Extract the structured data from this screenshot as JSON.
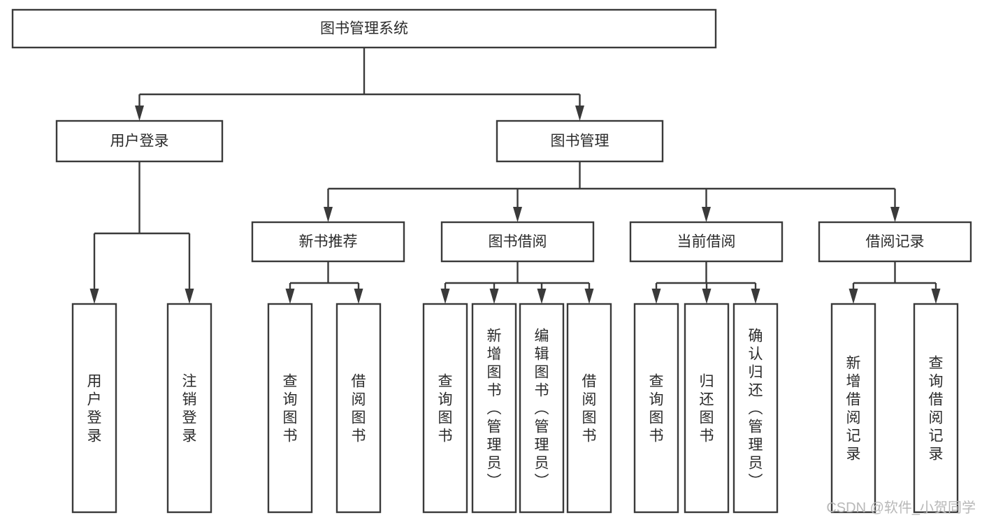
{
  "diagram": {
    "title": "图书管理系统",
    "type": "tree-hierarchy",
    "orientation": "top-down",
    "colors": {
      "box_stroke": "#3a3a3a",
      "box_fill": "#ffffff",
      "connector": "#3a3a3a",
      "text": "#2b2b2b",
      "background": "#ffffff",
      "watermark": "#b8b8b8"
    },
    "nodes": {
      "root": {
        "label": "图书管理系统",
        "level": 1,
        "orientation": "horizontal"
      },
      "n_user_login": {
        "label": "用户登录",
        "level": 2,
        "orientation": "horizontal"
      },
      "n_book_mgmt": {
        "label": "图书管理",
        "level": 2,
        "orientation": "horizontal"
      },
      "n_new_rec": {
        "label": "新书推荐",
        "level": 3,
        "orientation": "horizontal"
      },
      "n_borrow": {
        "label": "图书借阅",
        "level": 3,
        "orientation": "horizontal"
      },
      "n_current": {
        "label": "当前借阅",
        "level": 3,
        "orientation": "horizontal"
      },
      "n_records": {
        "label": "借阅记录",
        "level": 3,
        "orientation": "horizontal"
      },
      "l_user_login": {
        "label": "用户登录",
        "level": 4,
        "orientation": "vertical"
      },
      "l_user_logout": {
        "label": "注销登录",
        "level": 4,
        "orientation": "vertical"
      },
      "l_query_book_a": {
        "label": "查询图书",
        "level": 4,
        "orientation": "vertical"
      },
      "l_borrow_book_a": {
        "label": "借阅图书",
        "level": 4,
        "orientation": "vertical"
      },
      "l_query_book_b": {
        "label": "查询图书",
        "level": 4,
        "orientation": "vertical"
      },
      "l_add_book": {
        "label": "新增图书（管理员）",
        "level": 4,
        "orientation": "vertical"
      },
      "l_edit_book": {
        "label": "编辑图书（管理员）",
        "level": 4,
        "orientation": "vertical"
      },
      "l_borrow_book_b": {
        "label": "借阅图书",
        "level": 4,
        "orientation": "vertical"
      },
      "l_query_book_c": {
        "label": "查询图书",
        "level": 4,
        "orientation": "vertical"
      },
      "l_return_book": {
        "label": "归还图书",
        "level": 4,
        "orientation": "vertical"
      },
      "l_confirm_return": {
        "label": "确认归还（管理员）",
        "level": 4,
        "orientation": "vertical"
      },
      "l_add_record": {
        "label": "新增借阅记录",
        "level": 4,
        "orientation": "vertical"
      },
      "l_query_record": {
        "label": "查询借阅记录",
        "level": 4,
        "orientation": "vertical"
      }
    },
    "edges": [
      {
        "from": "root",
        "to": "n_user_login"
      },
      {
        "from": "root",
        "to": "n_book_mgmt"
      },
      {
        "from": "n_user_login",
        "to": "l_user_login"
      },
      {
        "from": "n_user_login",
        "to": "l_user_logout"
      },
      {
        "from": "n_book_mgmt",
        "to": "n_new_rec"
      },
      {
        "from": "n_book_mgmt",
        "to": "n_borrow"
      },
      {
        "from": "n_book_mgmt",
        "to": "n_current"
      },
      {
        "from": "n_book_mgmt",
        "to": "n_records"
      },
      {
        "from": "n_new_rec",
        "to": "l_query_book_a"
      },
      {
        "from": "n_new_rec",
        "to": "l_borrow_book_a"
      },
      {
        "from": "n_borrow",
        "to": "l_query_book_b"
      },
      {
        "from": "n_borrow",
        "to": "l_add_book"
      },
      {
        "from": "n_borrow",
        "to": "l_edit_book"
      },
      {
        "from": "n_borrow",
        "to": "l_borrow_book_b"
      },
      {
        "from": "n_current",
        "to": "l_query_book_c"
      },
      {
        "from": "n_current",
        "to": "l_return_book"
      },
      {
        "from": "n_current",
        "to": "l_confirm_return"
      },
      {
        "from": "n_records",
        "to": "l_add_record"
      },
      {
        "from": "n_records",
        "to": "l_query_record"
      }
    ]
  },
  "watermark": {
    "text": "CSDN @软件_小贺同学"
  }
}
